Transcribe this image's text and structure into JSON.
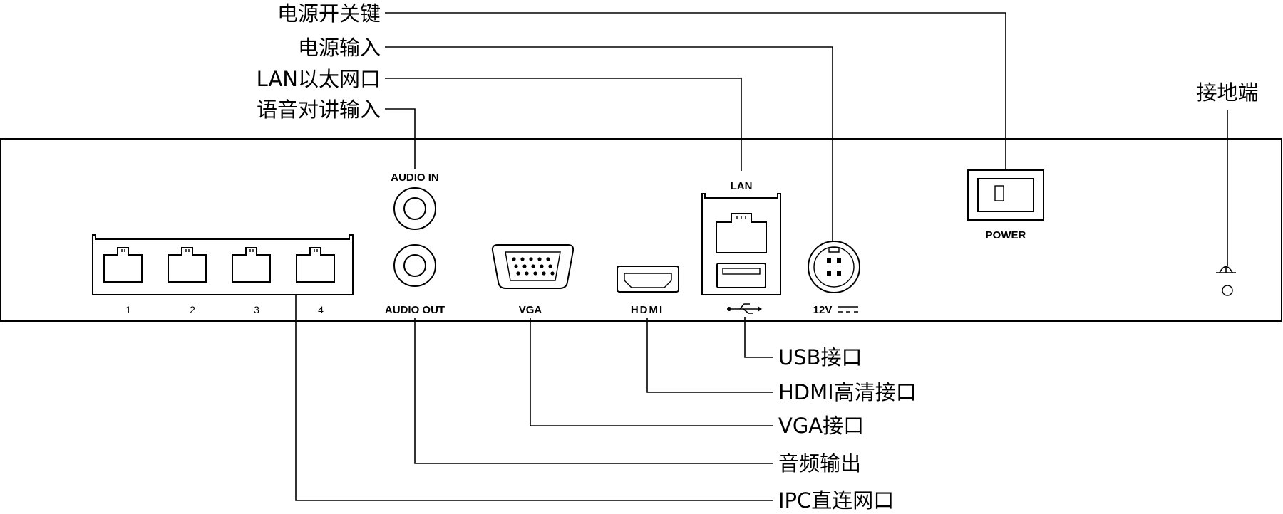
{
  "callouts": {
    "power_switch": "电源开关键",
    "power_input": "电源输入",
    "lan_port": "LAN以太网口",
    "audio_in": "语音对讲输入",
    "ground": "接地端",
    "usb": "USB接口",
    "hdmi": "HDMI高清接口",
    "vga": "VGA接口",
    "audio_out": "音频输出",
    "ipc_ports": "IPC直连网口"
  },
  "panel": {
    "audio_in": "AUDIO IN",
    "audio_out": "AUDIO OUT",
    "vga": "VGA",
    "hdmi": "HDMI",
    "lan": "LAN",
    "dc": "12V",
    "power": "POWER",
    "port_numbers": [
      "1",
      "2",
      "3",
      "4"
    ]
  },
  "icons": [
    "rj45-port-icon",
    "audio-jack-icon",
    "vga-connector-icon",
    "hdmi-connector-icon",
    "usb-port-icon",
    "dc-power-jack-icon",
    "rocker-switch-icon",
    "ground-symbol-icon"
  ]
}
